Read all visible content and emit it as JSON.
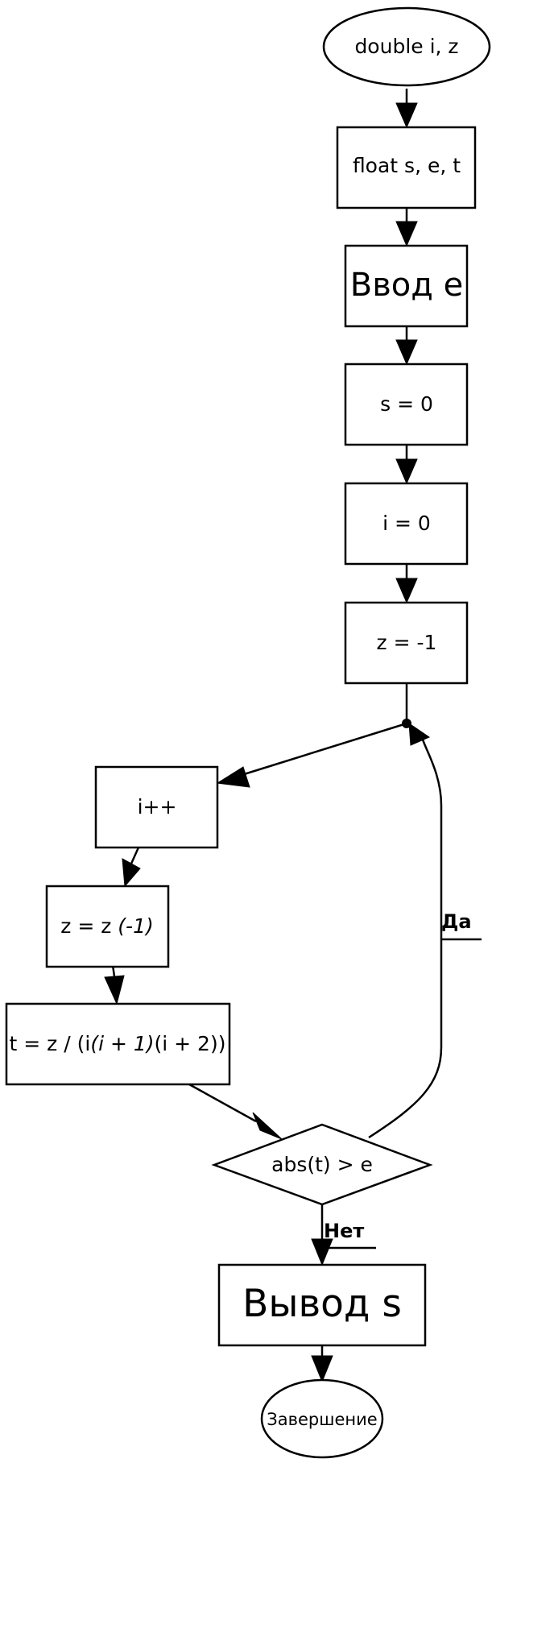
{
  "flowchart": {
    "nodes": {
      "start": "double i, z",
      "declare": "float s, e, t",
      "input": "Ввод e",
      "init_s": "s = 0",
      "init_i": "i = 0",
      "init_z": "z = -1",
      "increment": "i++",
      "sign_z": [
        "z = z ",
        "(-1)"
      ],
      "compute_t": [
        "t = z / (i",
        "(i + 1)",
        "(i + 2))"
      ],
      "condition": "abs(t) > e",
      "output": "Вывод s",
      "end": "Завершение"
    },
    "edges": {
      "yes_label": "Да",
      "no_label": "Нет"
    }
  }
}
